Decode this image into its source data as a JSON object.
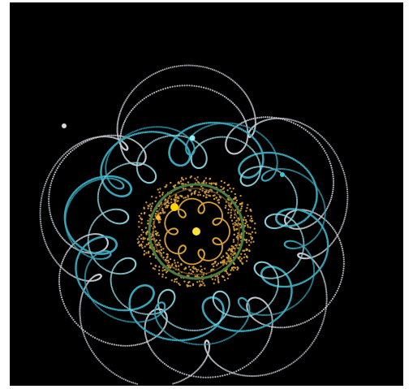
{
  "scene": {
    "description_visible_text": "",
    "background_color": "#000000",
    "frame_color": "#ffffff",
    "palette": {
      "outer_orbit": "#c9cfd6",
      "inner_orbit": "#3aa9bd",
      "inner_orbit_light": "#8fd6de",
      "asteroid_belt": "#d9a23a",
      "inner_ring": "#4c7d3f",
      "sun": "#ffe23a",
      "planet_small": "#ffcc22",
      "planet_cyan": "#7fe8ee",
      "planet_white": "#e0e0e0"
    },
    "bodies": [
      {
        "name": "sun",
        "icon": "star-glyph",
        "color": "#ffe23a"
      },
      {
        "name": "inner-planet-a",
        "icon": "planet-glyph",
        "color": "#ffd400"
      },
      {
        "name": "inner-planet-b",
        "icon": "planet-glyph",
        "color": "#ffbf20"
      },
      {
        "name": "cyan-planet-a",
        "icon": "planet-glyph",
        "color": "#8ff0f2"
      },
      {
        "name": "cyan-planet-b",
        "icon": "planet-glyph",
        "color": "#35c9d6"
      },
      {
        "name": "white-planet",
        "icon": "planet-glyph",
        "color": "#d8d8d8"
      }
    ]
  }
}
